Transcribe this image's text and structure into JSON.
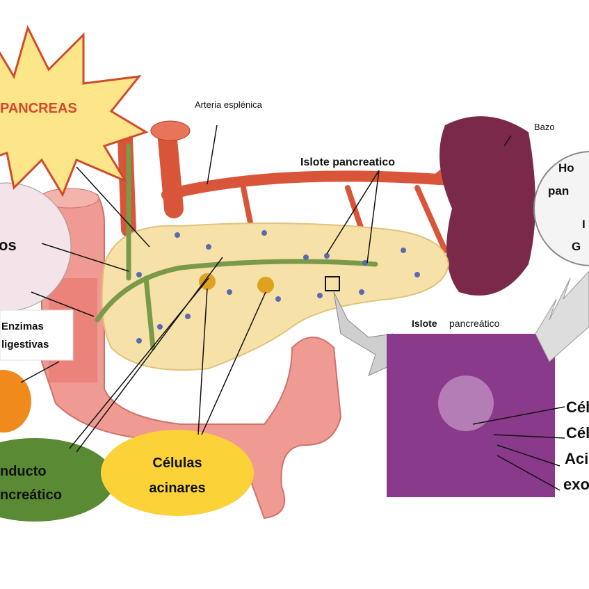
{
  "title_burst": "PANCREAS",
  "labels": {
    "splenic_artery": "Arteria esplénica",
    "spleen": "Bazo",
    "islet_top": "Islote pancreatico",
    "islet_photo_bold": "Islote",
    "islet_photo_rest": "pancreático",
    "left_circle": "os",
    "enzymes_line1": "Enzimas",
    "enzymes_line2": "ligestivas",
    "duct_line1": "nducto",
    "duct_line2": "ncreático",
    "acinar_line1": "Células",
    "acinar_line2": "acinares",
    "hormone_line1": "Ho",
    "hormone_line2": "pan",
    "hormone_line3": "I",
    "hormone_line4": "G",
    "cells": [
      "Cél",
      "Cél",
      "Aci",
      "exo"
    ]
  },
  "colors": {
    "burst": "#fde58a",
    "duct_circle": "#5a8a34",
    "acinar_circle": "#fbd238",
    "orange_circle": "#f08a1c",
    "spleen": "#7a2a48",
    "artery": "#d8553a",
    "pancreas": "#f6e2a8",
    "intestine": "#ef9a92",
    "histology": "#8a3a8a"
  }
}
